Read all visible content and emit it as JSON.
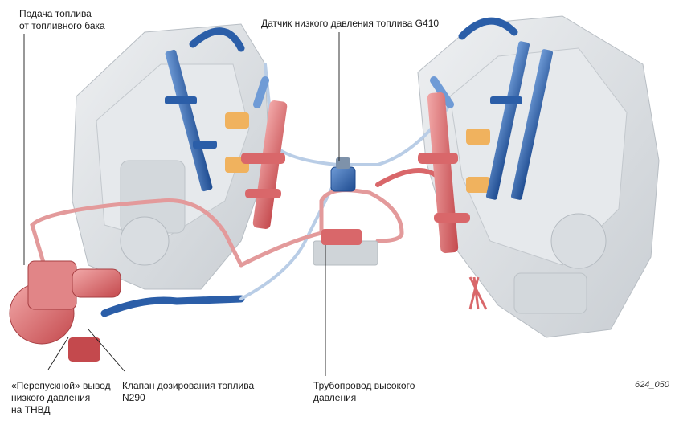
{
  "labels": {
    "fuel_supply_l1": "Подача топлива",
    "fuel_supply_l2": "от топливного бака",
    "sensor": "Датчик низкого давления топлива G410",
    "bypass_l1": "«Перепускной» вывод",
    "bypass_l2": "низкого давления",
    "bypass_l3": "на ТНВД",
    "valve_l1": "Клапан дозирования топлива",
    "valve_l2": "N290",
    "pipe_l1": "Трубопровод высокого",
    "pipe_l2": "давления"
  },
  "figure_number": "624_050",
  "colors": {
    "low_pressure": "#2b5ea8",
    "high_pressure": "#d9676a",
    "engine": "#dfe3e6"
  }
}
